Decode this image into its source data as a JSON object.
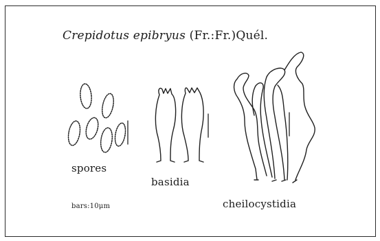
{
  "title": {
    "species": "Crepidotus epibryus",
    "authority": "(Fr.:Fr.)Quél."
  },
  "labels": {
    "spores": "spores",
    "basidia": "basidia",
    "cheilocystidia": "cheilocystidia"
  },
  "scale_note": "bars:10μm"
}
